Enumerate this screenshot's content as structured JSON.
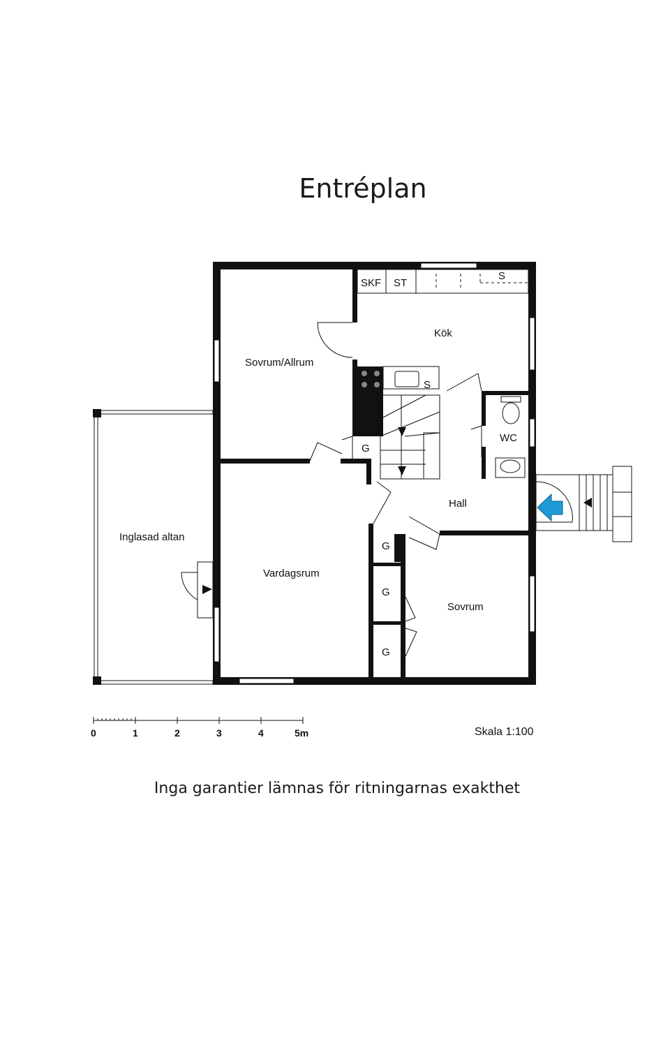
{
  "title": "Entréplan",
  "rooms": {
    "kok": "Kök",
    "skf": "SKF",
    "st": "ST",
    "s_top": "S",
    "s_sink": "S",
    "sovrum_allrum": "Sovrum/Allrum",
    "wc": "WC",
    "g_stair": "G",
    "hall": "Hall",
    "inglasad_altan": "Inglasad altan",
    "vardagsrum": "Vardagsrum",
    "g1": "G",
    "g2": "G",
    "g3": "G",
    "sovrum": "Sovrum"
  },
  "scale_bar": {
    "ticks": [
      "0",
      "1",
      "2",
      "3",
      "4",
      "5m"
    ],
    "label": "Skala 1:100"
  },
  "disclaimer": "Inga garantier lämnas för ritningarnas exakthet",
  "colors": {
    "wall": "#111111",
    "entrance_arrow": "#1e9bd7"
  }
}
